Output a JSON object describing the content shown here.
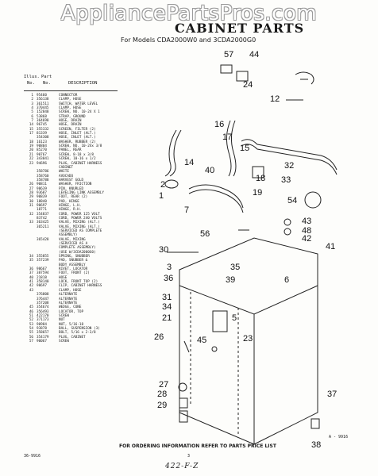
{
  "watermark": "AppliancePartsPros.com",
  "title": "CABINET PARTS",
  "subtitle": "For Models CDA2000W0 and 3CDA2000G0",
  "list_header": {
    "illus": "Illus.",
    "part": "Part",
    "no": "No.",
    "no2": "No.",
    "description": "DESCRIPTION"
  },
  "parts": [
    {
      "illus": "1",
      "part": "95460",
      "desc": "CONNECTOR"
    },
    {
      "illus": "2",
      "part": "356138",
      "desc": "CLAMP, HOSE"
    },
    {
      "illus": "3",
      "part": "361511",
      "desc": "SWITCH, WATER LEVEL"
    },
    {
      "illus": "4",
      "part": "370445",
      "desc": "CLAMP, HOSE"
    },
    {
      "illus": "5",
      "part": "152848",
      "desc": "SCREW, NO. 10-24 X 1"
    },
    {
      "illus": "6",
      "part": "53868",
      "desc": "STRAP, GROUND"
    },
    {
      "illus": "7",
      "part": "364698",
      "desc": "HOSE, DRAIN"
    },
    {
      "illus": "14",
      "part": "96745",
      "desc": "HOSE, DRAIN"
    },
    {
      "illus": "15",
      "part": "355332",
      "desc": "SCREEN, FILTER (2)"
    },
    {
      "illus": "17",
      "part": "81339",
      "desc": "HOSE, INLET (ALT.)"
    },
    {
      "illus": "",
      "part": "354308",
      "desc": "HOSE, INLET (ALT.)"
    },
    {
      "illus": "18",
      "part": "16123",
      "desc": "WASHER, RUBBER (2)"
    },
    {
      "illus": "19",
      "part": "90804",
      "desc": "SCREW, NO. 10-24x 3/8"
    },
    {
      "illus": "20",
      "part": "85270",
      "desc": "PANEL, REAR"
    },
    {
      "illus": "21",
      "part": "90767",
      "desc": "SCREW, 8-18 x 3/8"
    },
    {
      "illus": "22",
      "part": "343041",
      "desc": "SCREW, 10-16 x 1/2"
    },
    {
      "illus": "23",
      "part": "94696",
      "desc": "PLUG, CABINET HARNESS"
    },
    {
      "illus": "",
      "part": "",
      "desc": "CABINET"
    },
    {
      "illus": "",
      "part": "358786",
      "desc": "WHITE"
    },
    {
      "illus": "",
      "part": "358760",
      "desc": "AVOCADO"
    },
    {
      "illus": "",
      "part": "358788",
      "desc": "HARVEST GOLD"
    },
    {
      "illus": "26",
      "part": "90811",
      "desc": "WASHER, FRICTION"
    },
    {
      "illus": "27",
      "part": "98639",
      "desc": "PIN, KNURLED"
    },
    {
      "illus": "28",
      "part": "93687",
      "desc": "LEVELING LINK ASSEMBLY"
    },
    {
      "illus": "29",
      "part": "90839",
      "desc": "FOOT, REAR (2)"
    },
    {
      "illus": "30",
      "part": "18840",
      "desc": "PAD, HINGE"
    },
    {
      "illus": "31",
      "part": "90697",
      "desc": "HINGE, L.H."
    },
    {
      "illus": "",
      "part": "18771",
      "desc": "HINGE, R.H."
    },
    {
      "illus": "32",
      "part": "354837",
      "desc": "CORD, POWER 125 VOLT"
    },
    {
      "illus": "",
      "part": "83742",
      "desc": "CORD, POWER 240 VOLTS"
    },
    {
      "illus": "33",
      "part": "363425",
      "desc": "VALVE, MIXING (ALT.)"
    },
    {
      "illus": "",
      "part": "365211",
      "desc": "VALVE, MIXING (ALT.)"
    },
    {
      "illus": "",
      "part": "",
      "desc": "(SERVICED AS COMPLETE"
    },
    {
      "illus": "",
      "part": "",
      "desc": "ASSEMBLY)"
    },
    {
      "illus": "",
      "part": "365428",
      "desc": "VALVE, MIXING"
    },
    {
      "illus": "",
      "part": "",
      "desc": "(SERVICED AS A"
    },
    {
      "illus": "",
      "part": "",
      "desc": "COMPLETE ASSEMBLY)"
    },
    {
      "illus": "",
      "part": "",
      "desc": "(USE W/3CDA2000G0)"
    },
    {
      "illus": "34",
      "part": "355855",
      "desc": "SPRING, SNUBBER"
    },
    {
      "illus": "35",
      "part": "357239",
      "desc": "PAD, SNUBBER &"
    },
    {
      "illus": "",
      "part": "",
      "desc": "BODY ASSEMBLY"
    },
    {
      "illus": "36",
      "part": "98667",
      "desc": "RIVET, LOCATOR"
    },
    {
      "illus": "37",
      "part": "387594",
      "desc": "FOOT, FRONT (2)"
    },
    {
      "illus": "40",
      "part": "21818",
      "desc": "HOSE"
    },
    {
      "illus": "41",
      "part": "358140",
      "desc": "LOCK, FRONT TOP (2)"
    },
    {
      "illus": "42",
      "part": "98697",
      "desc": "CLIP, CABINET HARNESS"
    },
    {
      "illus": "43",
      "part": "",
      "desc": "CLAMP, HOSE"
    },
    {
      "illus": "",
      "part": "376808",
      "desc": "ALTERNATE"
    },
    {
      "illus": "",
      "part": "376447",
      "desc": "ALTERNATE"
    },
    {
      "illus": "",
      "part": "357208",
      "desc": "ALTERNATE"
    },
    {
      "illus": "45",
      "part": "354674",
      "desc": "WEDGE, CONE"
    },
    {
      "illus": "46",
      "part": "356493",
      "desc": "LOCATOR, TOP"
    },
    {
      "illus": "51",
      "part": "422170",
      "desc": "SCREW"
    },
    {
      "illus": "52",
      "part": "371173",
      "desc": "NUT"
    },
    {
      "illus": "53",
      "part": "90984",
      "desc": "NUT, 5/16-18"
    },
    {
      "illus": "54",
      "part": "93878",
      "desc": "BALL, SUSPENSION (3)"
    },
    {
      "illus": "55",
      "part": "358657",
      "desc": "BOLT, 5/16 x 2-3/8"
    },
    {
      "illus": "56",
      "part": "354179",
      "desc": "PLUG, CABINET"
    },
    {
      "illus": "57",
      "part": "90067",
      "desc": "SCREW"
    }
  ],
  "callouts": [
    "57",
    "44",
    "24",
    "12",
    "16",
    "17",
    "15",
    "14",
    "2",
    "1",
    "40",
    "7",
    "19",
    "32",
    "33",
    "18",
    "54",
    "43",
    "48",
    "42",
    "41",
    "56",
    "30",
    "3",
    "36",
    "35",
    "39",
    "31",
    "34",
    "37",
    "6",
    "21",
    "5",
    "45",
    "23",
    "26",
    "27",
    "28",
    "29",
    "38"
  ],
  "figure_id": "A - 9916",
  "footer": "FOR ORDERING INFORMATION REFER TO PARTS PRICE LIST",
  "doc_code": "36-9916",
  "page_no": "3",
  "handwritten": "422-F-Z"
}
